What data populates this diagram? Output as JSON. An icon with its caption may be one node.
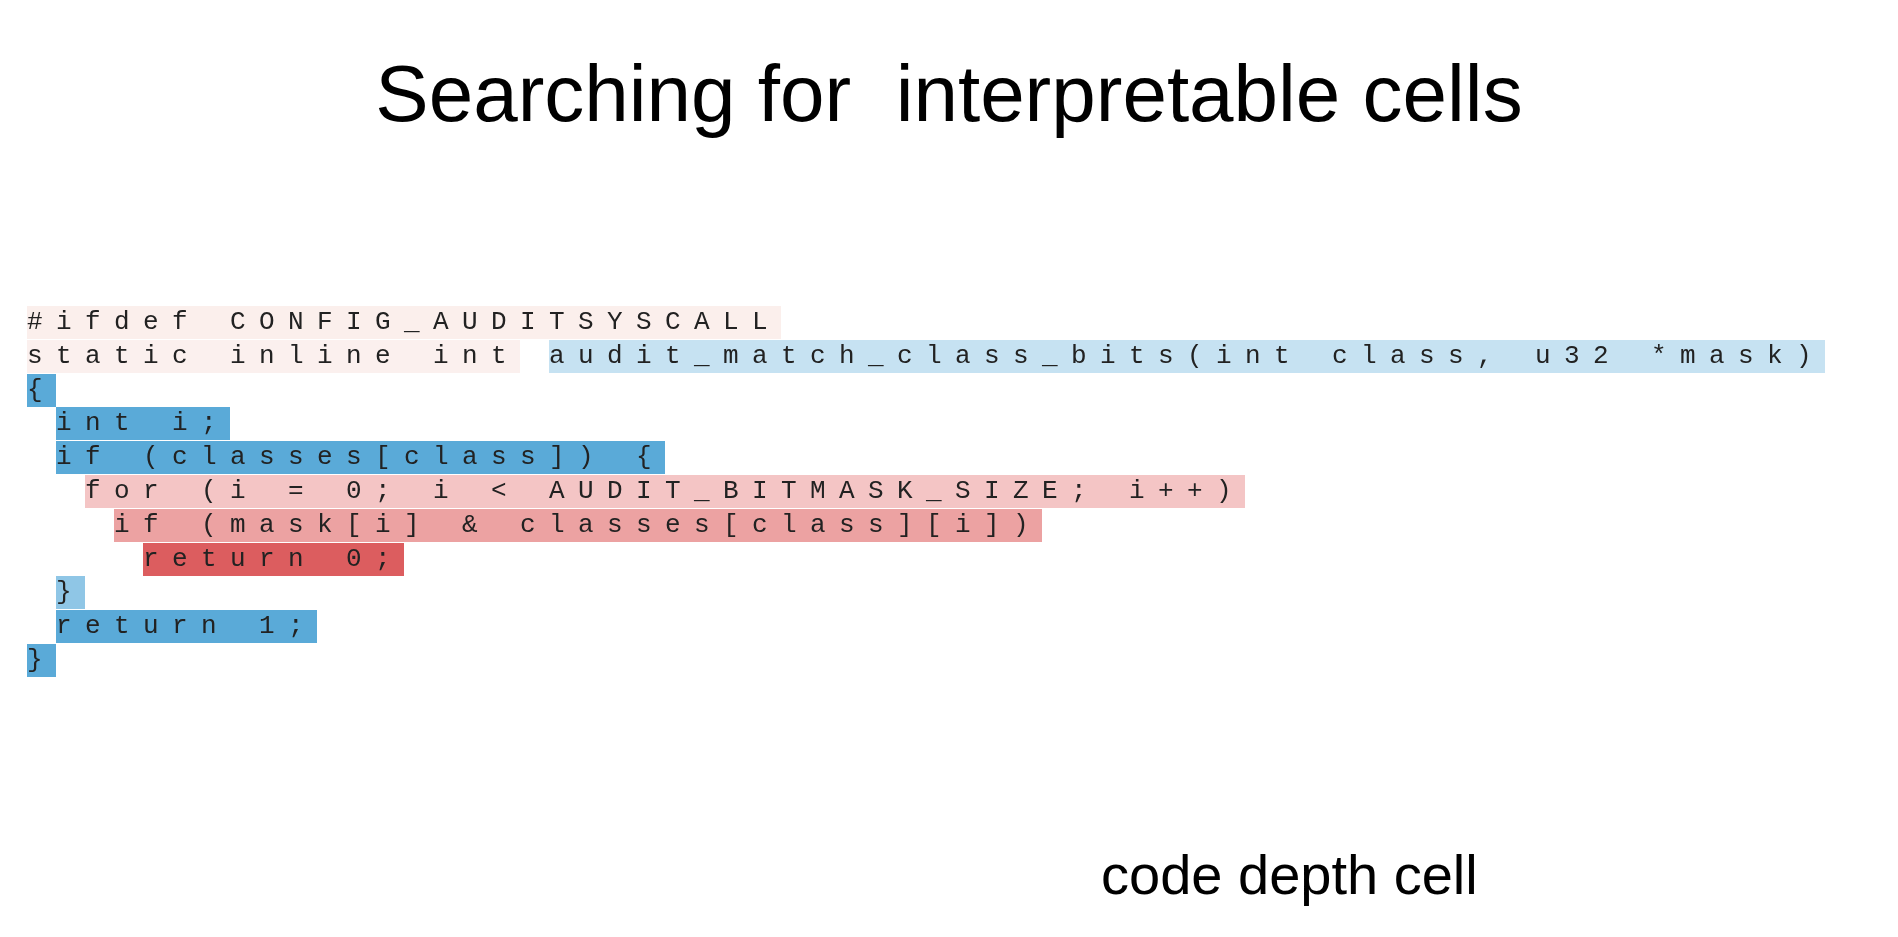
{
  "diagram": {
    "title": "Searching for  interpretable cells",
    "labels": [
      "#ifdef CONFIG_AUDITSYSCALL",
      "static inline int",
      "audit_match_class_bits(int class, u32 *mask)",
      "{",
      "int i;",
      "if (classes[class]) {",
      "for (i = 0; i < AUDIT_BITMASK_SIZE; i++)",
      "if (mask[i] & classes[class][i])",
      "return 0;",
      "}",
      "return 1;",
      "}",
      "code depth cell"
    ]
  }
}
